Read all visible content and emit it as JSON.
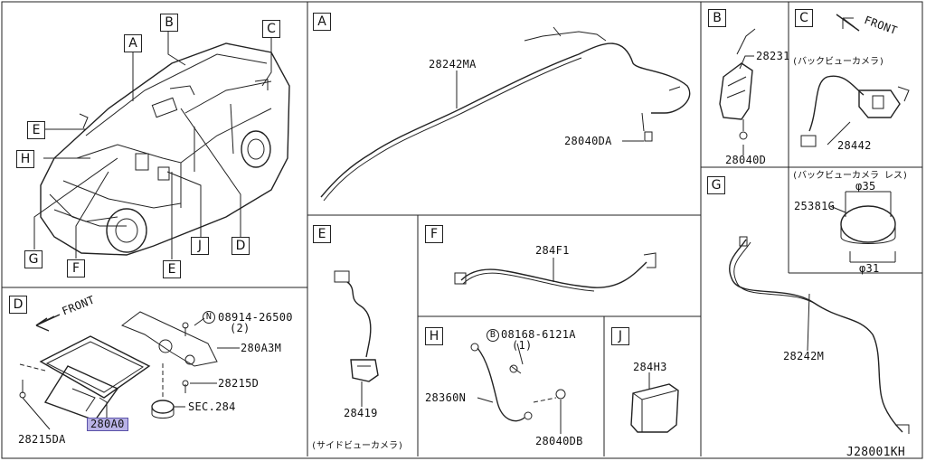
{
  "diagram_code": "J28001KH",
  "overview_letters": [
    "A",
    "B",
    "C",
    "D",
    "E",
    "F",
    "G",
    "H",
    "J",
    "E"
  ],
  "panel_letters": {
    "A": "A",
    "B": "B",
    "C": "C",
    "D": "D",
    "E": "E",
    "F": "F",
    "G": "G",
    "H": "H",
    "J": "J"
  },
  "panel_A": {
    "part1": "28242MA",
    "part2": "28040DA"
  },
  "panel_B": {
    "part1": "28231",
    "part2": "28040D"
  },
  "panel_C": {
    "front": "FRONT",
    "caption1": "(バックビューカメラ)",
    "part1": "28442",
    "caption2": "(バックビューカメラ レス)",
    "part2": "25381G",
    "dim1": "φ35",
    "dim2": "φ31"
  },
  "panel_G": {
    "part1": "28242M"
  },
  "panel_D": {
    "front": "FRONT",
    "p1": "08914-26500",
    "p1_qty": "(2)",
    "p2": "280A3M",
    "p3": "28215D",
    "p4": "SEC.284",
    "p5": "28215DA",
    "p6": "280A0",
    "callout_N": "N"
  },
  "panel_E": {
    "part1": "28419",
    "caption": "(サイドビューカメラ)"
  },
  "panel_F": {
    "part1": "284F1"
  },
  "panel_H": {
    "p1": "08168-6121A",
    "p1_qty": "(1)",
    "p2": "28360N",
    "p3": "28040DB",
    "callout_B": "B"
  },
  "panel_J": {
    "part1": "284H3"
  }
}
